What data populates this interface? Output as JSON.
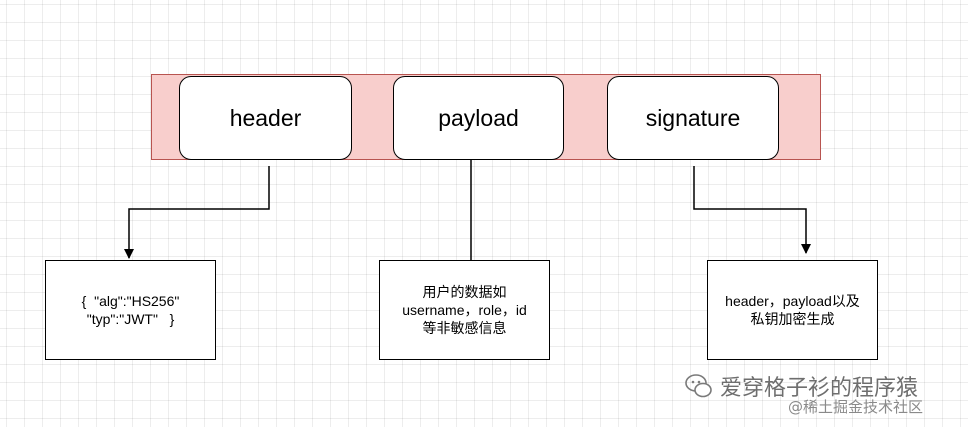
{
  "parts": [
    {
      "label": "header",
      "note": "{  \"alg\":\"HS256\"\n\"typ\":\"JWT\"   }"
    },
    {
      "label": "payload",
      "note": "用户的数据如\nusername，role，id\n等非敏感信息"
    },
    {
      "label": "signature",
      "note": "header，payload以及\n私钥加密生成"
    }
  ],
  "watermark": {
    "line1": "爱穿格子衫的程序猿",
    "line2": "@稀土掘金技术社区"
  },
  "colors": {
    "band_fill": "#f8cecc",
    "band_border": "#b85450"
  }
}
